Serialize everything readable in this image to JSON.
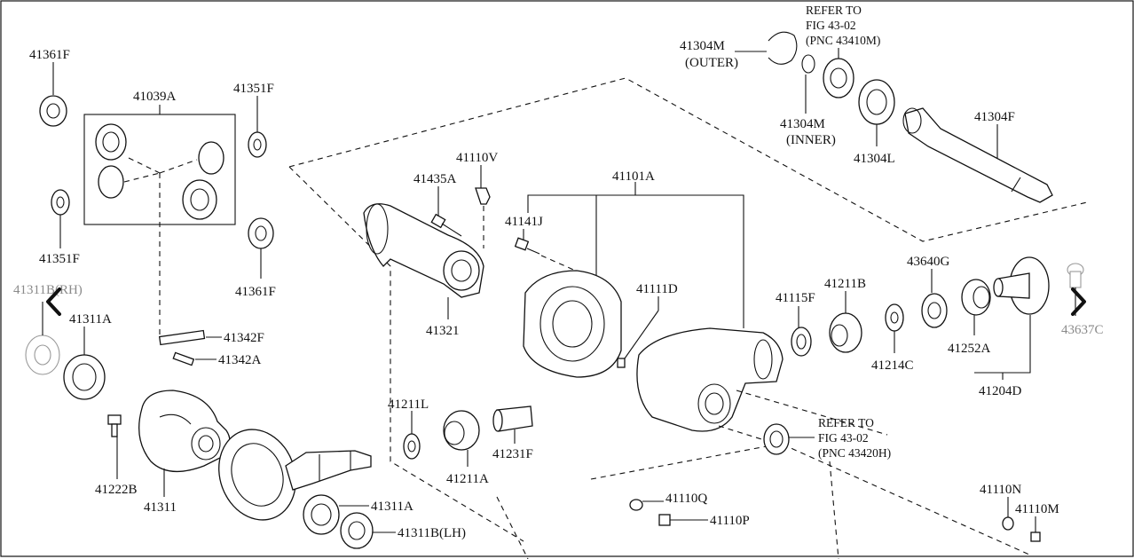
{
  "labels": {
    "p41361F_top": "41361F",
    "p41039A": "41039A",
    "p41351F_top": "41351F",
    "p41351F_left": "41351F",
    "p41361F_right": "41361F",
    "p41311B_RH": "41311B(RH)",
    "p41311A_left": "41311A",
    "p41342F": "41342F",
    "p41342A": "41342A",
    "p41222B": "41222B",
    "p41311": "41311",
    "p41311A_bottom": "41311A",
    "p41311B_LH": "41311B(LH)",
    "p41435A": "41435A",
    "p41110V": "41110V",
    "p41101A": "41101A",
    "p41141J": "41141J",
    "p41321": "41321",
    "p41111D": "41111D",
    "p41211L": "41211L",
    "p41211A": "41211A",
    "p41231F": "41231F",
    "p41304M_outer": "41304M",
    "p41304M_outer_sub": "(OUTER)",
    "p41304M_inner": "41304M",
    "p41304M_inner_sub": "(INNER)",
    "p41304L": "41304L",
    "p41304F": "41304F",
    "p41115F": "41115F",
    "p41211B": "41211B",
    "p43640G": "43640G",
    "p41214C": "41214C",
    "p41252A": "41252A",
    "p41204D": "41204D",
    "p43637C": "43637C",
    "p41110N": "41110N",
    "p41110M": "41110M",
    "p41110Q": "41110Q",
    "p41110P": "41110P"
  },
  "notes": {
    "top_line1": "REFER TO",
    "top_line2": "FIG 43-02",
    "top_line3": "(PNC 43410M)",
    "mid_line1": "REFER TO",
    "mid_line2": "FIG 43-02",
    "mid_line3": "(PNC 43420H)"
  },
  "nav": {
    "prev_icon": "chevron-left-icon",
    "next_icon": "chevron-right-icon"
  }
}
